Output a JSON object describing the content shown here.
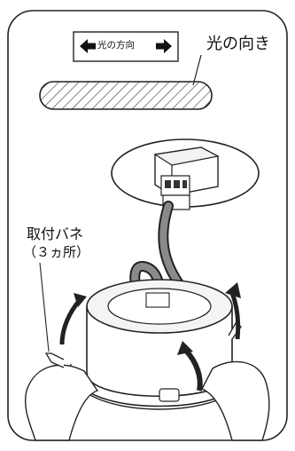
{
  "direction_box": {
    "text": "光の方向"
  },
  "light_direction_label": "光の向き",
  "mounting_spring_label": {
    "line1": "取付バネ",
    "line2": "（３ヵ所）"
  }
}
